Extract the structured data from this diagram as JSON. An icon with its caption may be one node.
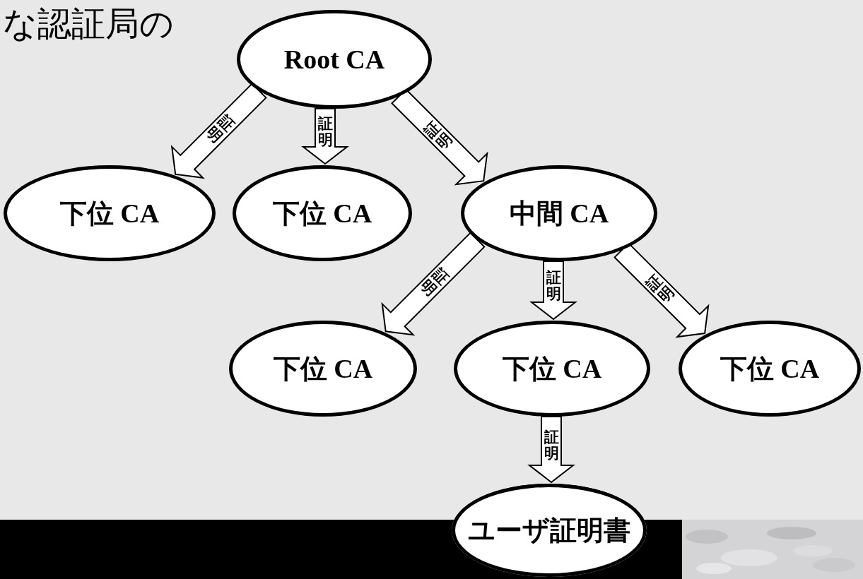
{
  "diagram": {
    "title": "な認証局の",
    "nodes": [
      {
        "text": [
          "Root CA"
        ]
      },
      {
        "text": [
          "下位 CA"
        ]
      },
      {
        "text": [
          "下位 CA"
        ]
      },
      {
        "text": [
          "中間 CA"
        ]
      },
      {
        "text": [
          "下位 CA"
        ]
      },
      {
        "text": [
          "下位 CA"
        ]
      },
      {
        "text": [
          "下位 CA"
        ]
      },
      {
        "text": [
          "ユーザ証明書"
        ]
      }
    ],
    "edges": [
      {
        "from": 0,
        "to": 1,
        "arrow": "to",
        "label": "証明"
      },
      {
        "from": 0,
        "to": 2,
        "arrow": "to",
        "label": "証明"
      },
      {
        "from": 0,
        "to": 3,
        "arrow": "to",
        "label": "証明"
      },
      {
        "from": 3,
        "to": 4,
        "arrow": "to",
        "label": "証明"
      },
      {
        "from": 3,
        "to": 5,
        "arrow": "to",
        "label": "証明"
      },
      {
        "from": 3,
        "to": 6,
        "arrow": "to",
        "label": "証明"
      },
      {
        "from": 5,
        "to": 7,
        "arrow": "to",
        "label": "証明"
      }
    ]
  }
}
